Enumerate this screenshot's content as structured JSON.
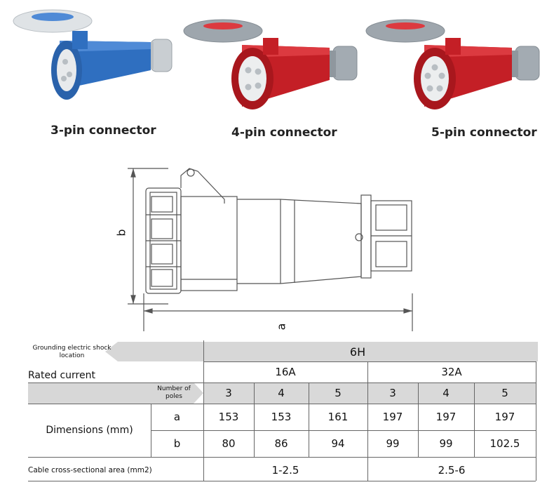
{
  "connectors": [
    {
      "caption": "3-pin connector",
      "body_color": "#2f6fc0",
      "cap_color": "#dfe3e6",
      "pins": 3
    },
    {
      "caption": "4-pin connector",
      "body_color": "#c41f26",
      "cap_color": "#9ea6ad",
      "pins": 4
    },
    {
      "caption": "5-pin connector",
      "body_color": "#c41f26",
      "cap_color": "#9ea6ad",
      "pins": 5
    }
  ],
  "drawing": {
    "label_a": "a",
    "label_b": "b"
  },
  "table": {
    "grounding_label": "Grounding electric shock location",
    "grounding_value": "6H",
    "rated_current_label": "Rated current",
    "current_16": "16A",
    "current_32": "32A",
    "poles_label": "Number of poles",
    "poles": [
      "3",
      "4",
      "5",
      "3",
      "4",
      "5"
    ],
    "dimensions_label": "Dimensions (mm)",
    "row_a_label": "a",
    "row_a": [
      "153",
      "153",
      "161",
      "197",
      "197",
      "197"
    ],
    "row_b_label": "b",
    "row_b": [
      "80",
      "86",
      "94",
      "99",
      "99",
      "102.5"
    ],
    "cable_label": "Cable cross-sectional area (mm2)",
    "cable_16": "1-2.5",
    "cable_32": "2.5-6"
  }
}
